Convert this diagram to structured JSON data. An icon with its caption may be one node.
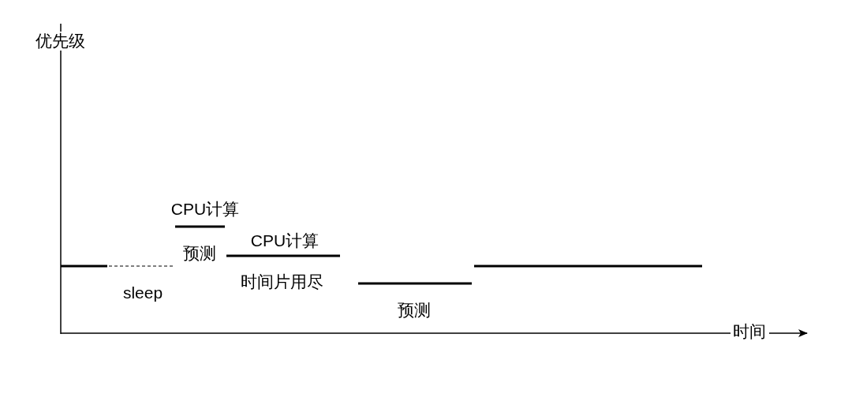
{
  "diagram": {
    "labels": [
      "优先级",
      "CPU计算",
      "CPU计算",
      "预测",
      "时间片用尽",
      "sleep",
      "预测",
      "时间"
    ]
  }
}
